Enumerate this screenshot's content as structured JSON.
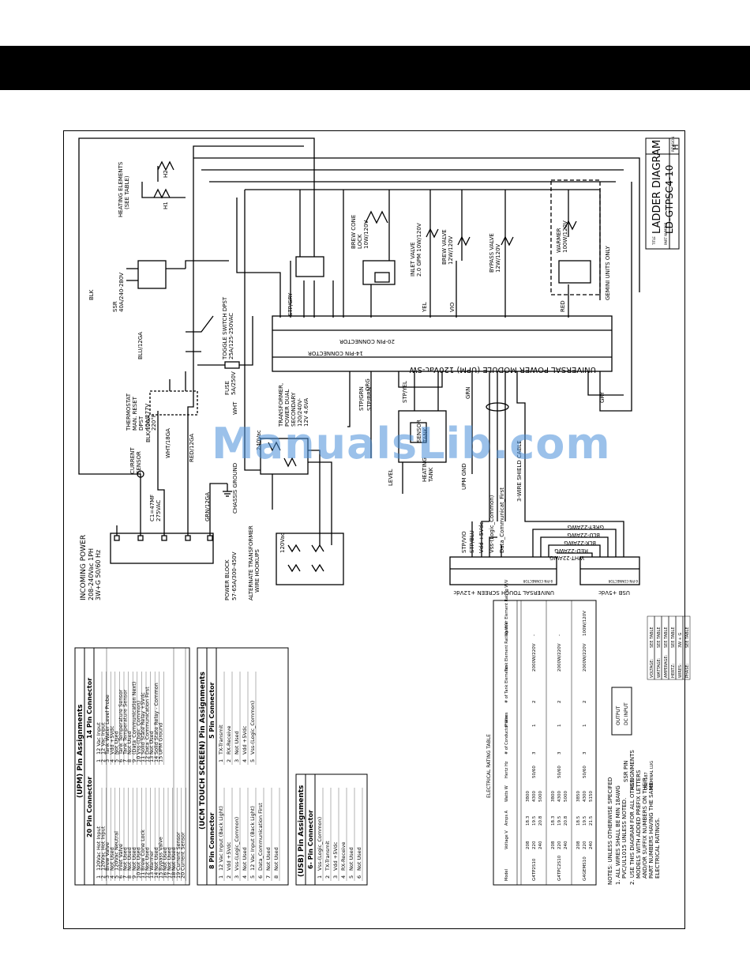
{
  "watermark": "ManualsLib.com",
  "title_block": {
    "title_label": "TITLE",
    "title": "LADDER DIAGRAM",
    "partno_label": "PART NUMBER",
    "partno": "LD-GTPSC4-10",
    "rev_label": "REVISION",
    "rev": "H"
  },
  "labels": {
    "incoming_power_1": "INCOMING POWER",
    "incoming_power_2": "208-240Vac 1PH",
    "incoming_power_3": "3W+G 50/60 Hz",
    "power_block_1": "POWER BLOCK",
    "power_block_2": "57-65A/300-450V",
    "cap_1": "C1=47MF",
    "cap_2": "275VAC",
    "current_sensor_1": "CURRENT",
    "current_sensor_2": "SENSOR",
    "thermostat_1": "THERMOSTAT",
    "thermostat_2": "MAN. RESET",
    "thermostat_3": "DPST",
    "thermostat_4": "40A/277V",
    "thermostat_5": "220°F",
    "fuse_1": "FUSE",
    "fuse_2": "5A/250V",
    "toggle_1": "TOGGLE SWITCH DPST",
    "toggle_2": "25A/125-250VAC",
    "ssr_1": "SSR",
    "ssr_2": "40A/240-280V",
    "heating_1": "HEATING ELEMENTS",
    "heating_2": "(SEE TABLE)",
    "h1": "H1",
    "h2": "H2",
    "transformer_1": "TRANSFORMER,",
    "transformer_2": "POWER DUAL",
    "transformer_3": "SECONDARY",
    "transformer_4": "120/240V-",
    "transformer_5": "12V 4.6VA",
    "chassis_ground": "CHASSIS GROUND",
    "alt_trans_1": "ALTERNATE TRANSFORMER",
    "alt_trans_2": "WIRE HOOKUPS",
    "upm_1": "UNIVERSAL POWER MODULE (UPM) 120Vac-SW",
    "conn20": "20-PIN CONNECTOR",
    "conn14": "14-PIN CONNECTOR",
    "brew_cone_1": "BREW CONE",
    "brew_cone_2": "LOCK",
    "brew_cone_3": "10W/120V",
    "inlet_1": "INLET VALVE",
    "inlet_2": "2.0 GPM 10W/120V",
    "brew_valve_1": "BREW VALVE",
    "brew_valve_2": "12W/120V",
    "bypass_1": "BYPASS VALVE",
    "bypass_2": "12W/120V",
    "warmer_1": "WARMER",
    "warmer_2": "100W/120V",
    "gemini": "GEMINI UNITS ONLY",
    "level": "LEVEL",
    "heating_tank_1": "HEATING",
    "heating_tank_2": "TANK",
    "sensor_tank_1": "SENSOR",
    "sensor_tank_2": "TANK",
    "upm_gnd": "UPM GND",
    "vdd": "Vdd +5Vdc",
    "vss": "Vss-(Logic_Common)",
    "data": "Data_Communicat_First",
    "shield": "3-WIRE SHIELD CABLE",
    "touch": "UNIVERSAL TOUCH SCREEN +12Vdc",
    "usb": "USB +5Vdc",
    "conn8": "8-PIN CONNECTOR",
    "conn6": "6-PIN CONNECTOR",
    "grey22": "GREY-22AWG",
    "blu22": "BLU-22AWG",
    "blk22": "BLK-22AWG",
    "red22": "RED-22AWG",
    "wht22": "WHT-22AWG",
    "stp_vio": "STP/VIO",
    "stp_blu": "STP/BLU",
    "stp_grn": "STP/GRN",
    "stp_brn": "STP/BRN",
    "stp_yel": "STP/YEL",
    "stp_gry": "STP/GRY",
    "blk": "BLK",
    "wht": "WHT",
    "red": "RED",
    "grn": "GRN",
    "org": "ORG",
    "yel": "YEL",
    "vio": "VIO",
    "gry": "GRY",
    "blk12": "BLK/12GA",
    "red12": "RED/12GA",
    "blu12": "BLU/12GA",
    "wht18": "WHT/18GA",
    "grn12": "GRN/12GA",
    "v120": "120Vac",
    "v240": "240Vac"
  },
  "upm_table": {
    "title": "(UPM) Pin Assignments",
    "head20": "20 Pin Connector",
    "head14": "14 Pin Connector",
    "pins20": [
      "120Vac Hot Input",
      "120Vac Hot Input",
      "Brew Valve",
      "Not Used",
      "120Vac Neutral",
      "Inlet Valve",
      "Not Used",
      "Not Used",
      "Not Used",
      "Not Used",
      "Brew Cone Lock",
      "Not Used",
      "Warmer",
      "Not Used",
      "Bypass Valve",
      "Not Used",
      "Not Used",
      "Not Used",
      "Current Sensor",
      "Current Sensor"
    ],
    "pins14": [
      "12 Vac Input",
      "12 Vac Input",
      "Tank Water Level Probe",
      "Vdd +5Vdc",
      "Not Used",
      "Tank Temperature Sensor",
      "Tank Temperature Sensor",
      "Not Used",
      "(Data_Communication Next)",
      "Vss-(Logic_Common)",
      "Solid State Relay +5Vdc",
      "Data_Communication First",
      "Not Used",
      "Solid State Relay - Common",
      "UPM Ground"
    ]
  },
  "ucm_table": {
    "title": "(UCM TOUCH SCREEN) Pin Assignments",
    "head8": "8 Pin Connector",
    "head5": "5 Pin Connector",
    "pins8": [
      "12 Vac Input (Back Light)",
      "Vdd +5Vdc",
      "Vss-(Logic_Common)",
      "Not Used",
      "12 Vac Input (Back Light)",
      "Data_Communication First",
      "Not Used",
      "Not Used"
    ],
    "pins5": [
      "TX-Transmit",
      "RX-Receive",
      "Not Used",
      "Vdd +5Vdc",
      "Vss-(Logic_Common)"
    ]
  },
  "usb_table": {
    "title": "(USB) Pin Assignments",
    "head6": "6- Pin Connector",
    "pins6": [
      "Vss-(Logic_Common)",
      "TX-Transmit",
      "Vdd +5Vdc",
      "RX-Receive",
      "Not Used",
      "Not Used"
    ]
  },
  "rating_table": {
    "title": "ELECTRICAL RATING TABLE",
    "headers": [
      "Model",
      "Voltage V",
      "Amps A",
      "Watts W",
      "Hertz Hz",
      "# of Conductor Wires",
      "Phase",
      "# of Tank Elements",
      "Tank Element Rating W/V",
      "Warmer Element Rating W/V"
    ],
    "rows": [
      {
        "model": "G4TP2S10",
        "voltage": [
          "208",
          "220",
          "240"
        ],
        "amps": [
          "18.3",
          "19.5",
          "20.8"
        ],
        "watts": [
          "3800",
          "4300",
          "5000"
        ],
        "hertz": "50/60",
        "wires": "3",
        "phase": "1",
        "elements": "2",
        "tank": "2000W/220V",
        "warmer": "-"
      },
      {
        "model": "G4TPC2S10",
        "voltage": [
          "208",
          "220",
          "240"
        ],
        "amps": [
          "18.3",
          "19.5",
          "20.8"
        ],
        "watts": [
          "3800",
          "4300",
          "5000"
        ],
        "hertz": "50/60",
        "wires": "3",
        "phase": "1",
        "elements": "2",
        "tank": "2000W/220V",
        "warmer": "-"
      },
      {
        "model": "G4GEMS10",
        "voltage": [
          "208",
          "220",
          "240"
        ],
        "amps": [
          "18.5",
          "19.5",
          "21.5"
        ],
        "watts": [
          "3850",
          "4300",
          "5150"
        ],
        "hertz": "50/60",
        "wires": "3",
        "phase": "1",
        "elements": "2",
        "tank": "2000W/220V",
        "warmer": "100W/120V"
      }
    ]
  },
  "see_table": {
    "rows": [
      [
        "VOLTAGE:",
        "SEE TABLE"
      ],
      [
        "WATTAGE:",
        "SEE TABLE"
      ],
      [
        "AMPERAGE:",
        "SEE TABLE"
      ],
      [
        "HERTZ:",
        "SEE TABLE"
      ],
      [
        "WIRES:",
        "3W + G"
      ],
      [
        "PHASE:",
        "SEE TABLE"
      ]
    ]
  },
  "ssr_pins": {
    "title_1": "SSR PIN",
    "title_2": "ASSIGNMENTS",
    "output": "OUTPUT",
    "input": "DC INPUT",
    "terminal_1": "USE .187",
    "terminal_2": "TERMINAL LUG"
  },
  "notes": {
    "n1": "NOTES: UNLESS OTHERWISE SPECIFED",
    "n2": "1. ALL WIRES SHALL BE MIN 18AWG",
    "n3": "PVC/UL1015 UNLESS NOTED.",
    "n4": "2. USE THIS DIAGRAM FOR ALL OTHER",
    "n5": "MODELS WITH ADDED PREFIX LETTERS",
    "n6": "AND/OR SUFFIX NUMBERS ON THEIR",
    "n7": "PART NUMBERS HAVING THE SAME",
    "n8": "ELECTRICAL RATINGS."
  }
}
